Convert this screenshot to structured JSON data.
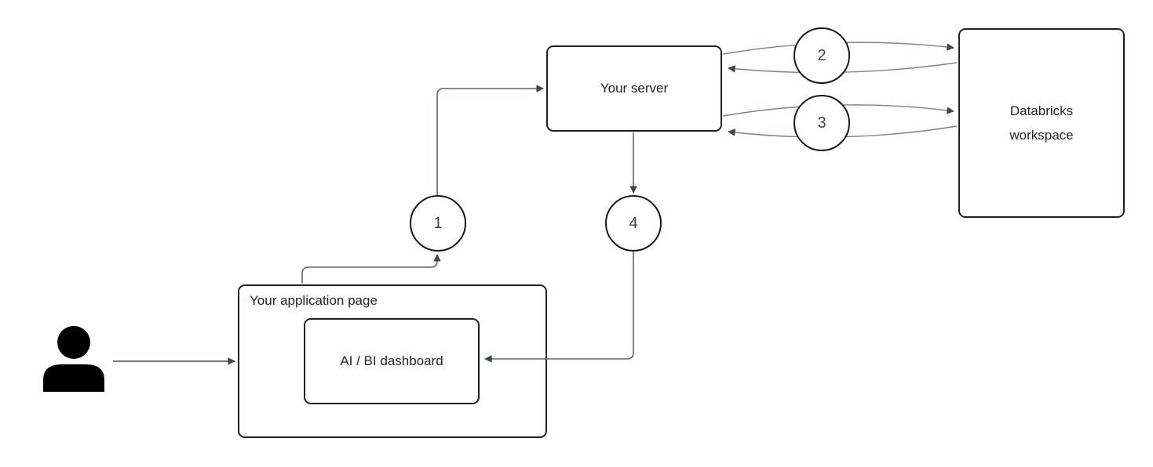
{
  "nodes": {
    "app_page": {
      "label": "Your application page"
    },
    "dashboard": {
      "label": "AI / BI dashboard"
    },
    "server": {
      "label": "Your server"
    },
    "databricks": {
      "label": "Databricks workspace"
    }
  },
  "steps": [
    "1",
    "2",
    "3",
    "4"
  ],
  "icons": {
    "user": "person-icon"
  },
  "colors": {
    "background": "#ffffff",
    "box_border": "#1e2126",
    "circle_border": "#14171c",
    "text": "#20252c",
    "step_number": "#3a414c",
    "connector_line": "#5d6570",
    "arc_line": "#79818d",
    "arrowhead": "#3e4551",
    "person_icon": "#000000"
  }
}
